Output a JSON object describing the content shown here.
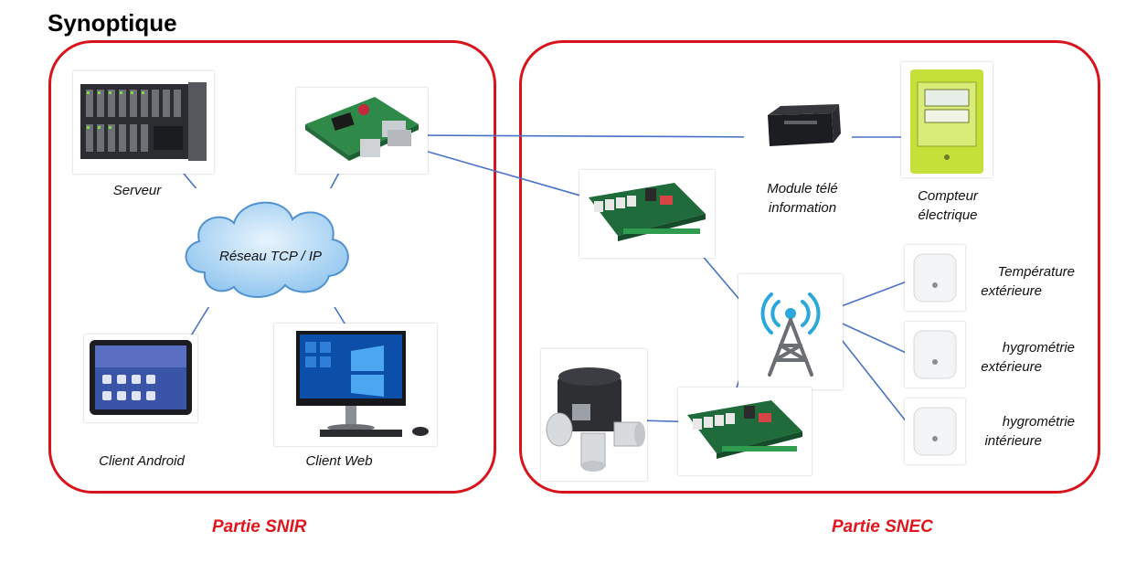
{
  "page_title": "Synoptique",
  "groups": {
    "snir": {
      "label": "Partie SNIR"
    },
    "snec": {
      "label": "Partie SNEC"
    }
  },
  "nodes": {
    "serveur": "Serveur",
    "reseau": "Réseau TCP / IP",
    "client_android": "Client Android",
    "client_web": "Client Web",
    "module_line1": "Module télé",
    "module_line2": "information",
    "compteur_line1": "Compteur",
    "compteur_line2": "électrique",
    "temp_ext_line1": "Température",
    "temp_ext_line2": "extérieure",
    "hygro_ext_line1": "hygrométrie",
    "hygro_ext_line2": "extérieure",
    "hygro_int_line1": "hygrométrie",
    "hygro_int_line2": "intérieure"
  },
  "colors": {
    "frame": "#d9131c",
    "label_red": "#e0161f",
    "link": "#4a72c4",
    "cloud": "#8cc3ee",
    "meter": "#c6e03a",
    "pcb": "#1f6b3c"
  },
  "icons": {
    "server": "server-rack-icon",
    "raspberry": "raspberry-pi-icon",
    "cloud": "cloud-icon",
    "tablet": "android-tablet-icon",
    "desktop": "desktop-computer-icon",
    "module": "tele-information-module-icon",
    "meter": "electric-meter-icon",
    "board": "relay-board-icon",
    "antenna": "radio-antenna-icon",
    "vmc": "ventilation-unit-icon",
    "sensor": "sensor-icon"
  }
}
